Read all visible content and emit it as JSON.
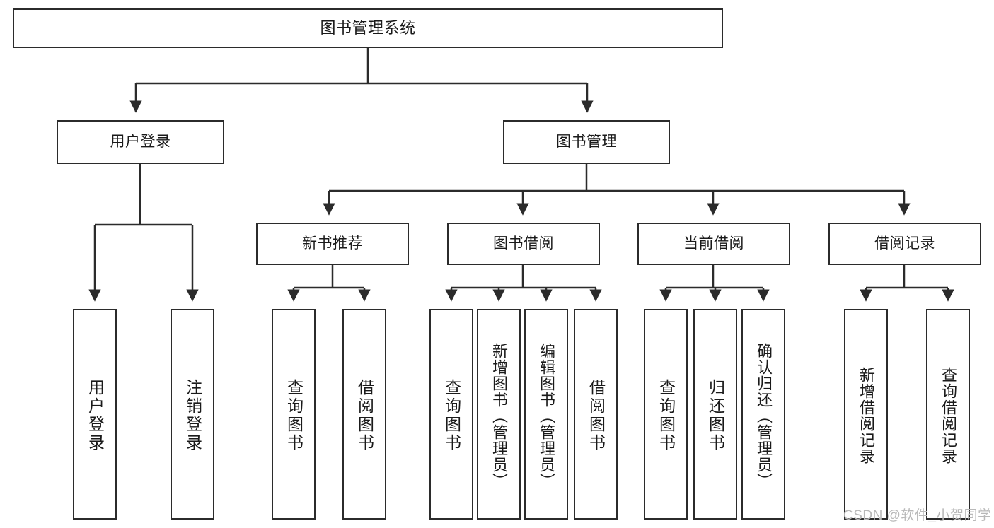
{
  "diagram": {
    "title": "图书管理系统",
    "type": "hierarchy-tree",
    "levels": 4,
    "colors": {
      "box_border": "#2b2b2b",
      "box_fill": "#ffffff",
      "edge": "#2b2b2b",
      "text": "#1a1a1a",
      "watermark": "#b9b9b9",
      "background": "#ffffff"
    }
  },
  "nodes": {
    "root": {
      "label": "图书管理系统"
    },
    "level2": [
      {
        "label": "用户登录"
      },
      {
        "label": "图书管理"
      }
    ],
    "level3": [
      {
        "label": "新书推荐"
      },
      {
        "label": "图书借阅"
      },
      {
        "label": "当前借阅"
      },
      {
        "label": "借阅记录"
      }
    ],
    "leaves": {
      "user_login": [
        {
          "label": "用户登录"
        },
        {
          "label": "注销登录"
        }
      ],
      "new_book_recommend": [
        {
          "label": "查询图书"
        },
        {
          "label": "借阅图书"
        }
      ],
      "book_borrow": [
        {
          "label": "查询图书"
        },
        {
          "label": "新增图书（管理员）"
        },
        {
          "label": "编辑图书（管理员）"
        },
        {
          "label": "借阅图书"
        }
      ],
      "current_borrow": [
        {
          "label": "查询图书"
        },
        {
          "label": "归还图书"
        },
        {
          "label": "确认归还（管理员）"
        }
      ],
      "borrow_record": [
        {
          "label": "新增借阅记录"
        },
        {
          "label": "查询借阅记录"
        }
      ]
    }
  },
  "watermark": {
    "text": "CSDN @软件_小贺同学"
  }
}
